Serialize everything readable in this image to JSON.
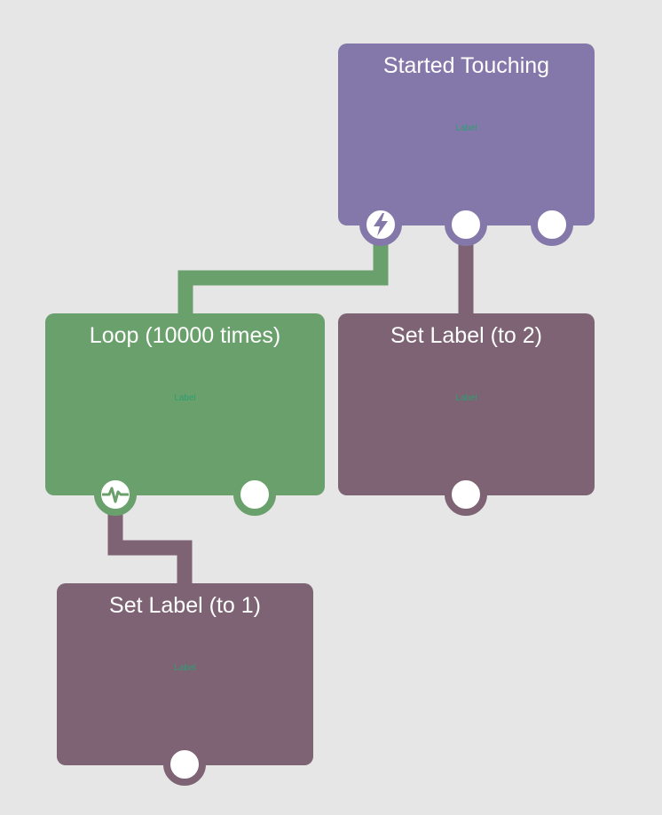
{
  "colors": {
    "background": "#e6e6e6",
    "event_node": "#8478aa",
    "loop_node": "#6aa06c",
    "action_node": "#7d6373",
    "label_text": "#2e9e73",
    "port_fill": "#ffffff"
  },
  "nodes": {
    "started_touching": {
      "title": "Started Touching",
      "label": "Label",
      "ports": [
        {
          "icon": "lightning-icon"
        },
        {
          "icon": "none"
        },
        {
          "icon": "none"
        }
      ]
    },
    "loop": {
      "title": "Loop (10000 times)",
      "label": "Label",
      "ports": [
        {
          "icon": "pulse-icon"
        },
        {
          "icon": "none"
        }
      ]
    },
    "set_label_2": {
      "title": "Set Label (to 2)",
      "label": "Label",
      "ports": [
        {
          "icon": "none"
        }
      ]
    },
    "set_label_1": {
      "title": "Set Label (to 1)",
      "label": "Label",
      "ports": [
        {
          "icon": "none"
        }
      ]
    }
  },
  "connections": [
    {
      "from": "started_touching.trigger",
      "to": "loop"
    },
    {
      "from": "started_touching.out2",
      "to": "set_label_2"
    },
    {
      "from": "loop.body",
      "to": "set_label_1"
    }
  ]
}
